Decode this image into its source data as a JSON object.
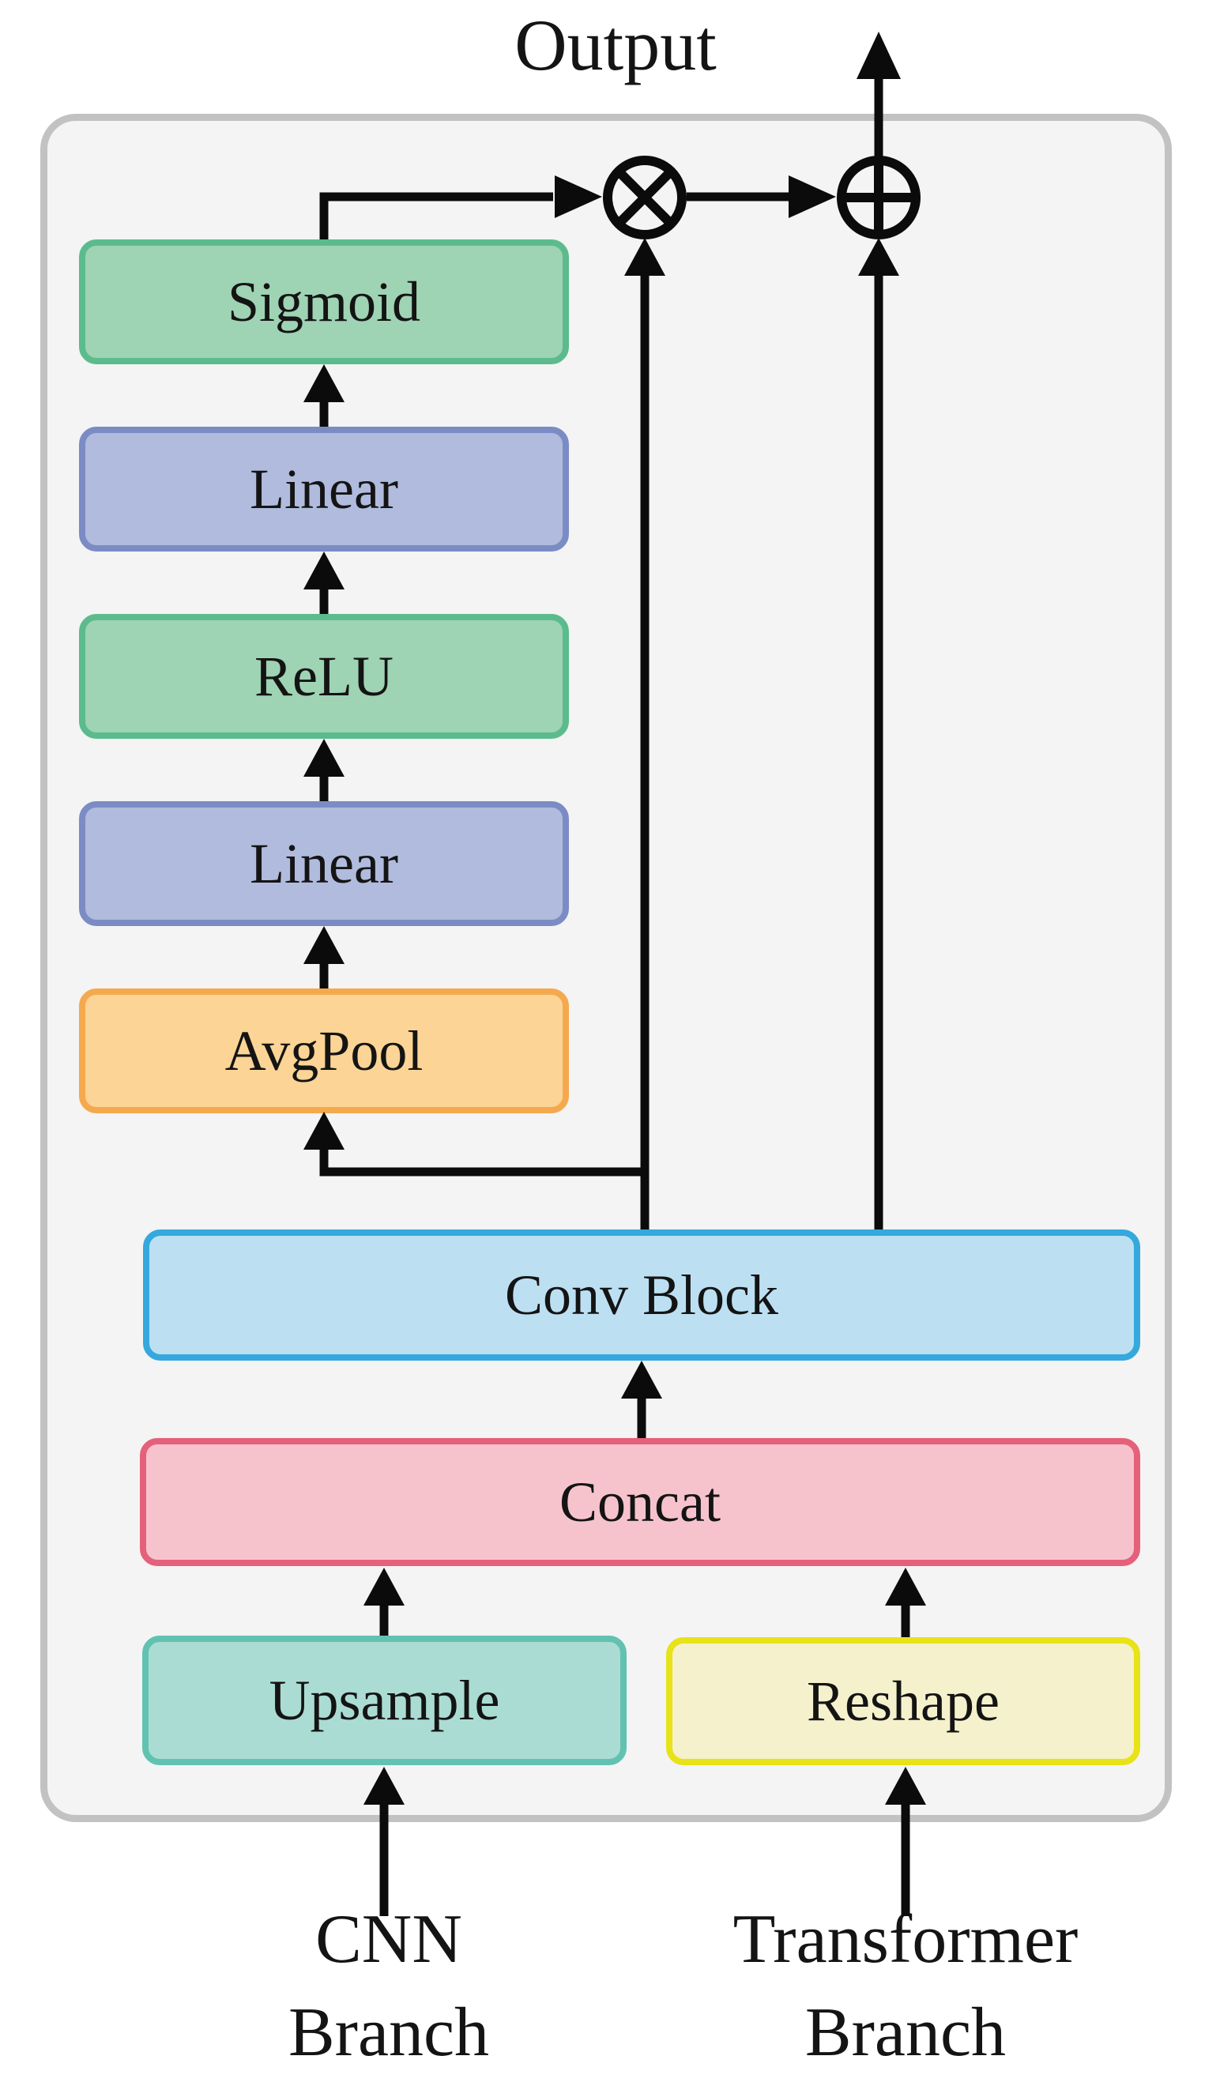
{
  "output_label": "Output",
  "container": {
    "fill": "#f3f4f3",
    "border_color": "#c2c2c2"
  },
  "blocks": [
    {
      "id": "sigmoid",
      "label": "Sigmoid",
      "fill": "#9ed3b4",
      "border": "#5cbb8d"
    },
    {
      "id": "linear-1",
      "label": "Linear",
      "fill": "#b0bbdd",
      "border": "#7b8cc4"
    },
    {
      "id": "relu",
      "label": "ReLU",
      "fill": "#9ed3b4",
      "border": "#5cbb8d"
    },
    {
      "id": "linear-2",
      "label": "Linear",
      "fill": "#b0bbdd",
      "border": "#7b8cc4"
    },
    {
      "id": "avgpool",
      "label": "AvgPool",
      "fill": "#fcd495",
      "border": "#f5a94e"
    },
    {
      "id": "conv",
      "label": "Conv Block",
      "fill": "#bce0f2",
      "border": "#35a8dd"
    },
    {
      "id": "concat",
      "label": "Concat",
      "fill": "#f6c3cd",
      "border": "#e5607a"
    },
    {
      "id": "upsample",
      "label": "Upsample",
      "fill": "#abdcd3",
      "border": "#62c2b2"
    },
    {
      "id": "reshape",
      "label": "Reshape",
      "fill": "#f5f1cc",
      "border": "#e8e218"
    }
  ],
  "operators": [
    {
      "id": "multiply",
      "symbol": "⊗",
      "meaning": "element-wise multiply"
    },
    {
      "id": "add",
      "symbol": "⊕",
      "meaning": "element-wise add"
    }
  ],
  "branches": [
    {
      "id": "cnn",
      "line1": "CNN",
      "line2": "Branch"
    },
    {
      "id": "transformer",
      "line1": "Transformer",
      "line2": "Branch"
    }
  ],
  "line_color": "#0b0b0b"
}
